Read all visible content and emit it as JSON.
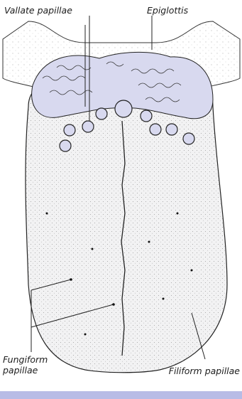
{
  "labels": {
    "vallate": "Vallate papillae",
    "epiglottis": "Epiglottis",
    "fungiform_line1": "Fungiform",
    "fungiform_line2": "papillae",
    "filiform": "Filiform papillae"
  },
  "colors": {
    "tongue_fill": "#f2f2f3",
    "papillae_fill": "#d8d9ef",
    "ink": "#1c1c1c",
    "accent_bar": "#b8bce6"
  }
}
